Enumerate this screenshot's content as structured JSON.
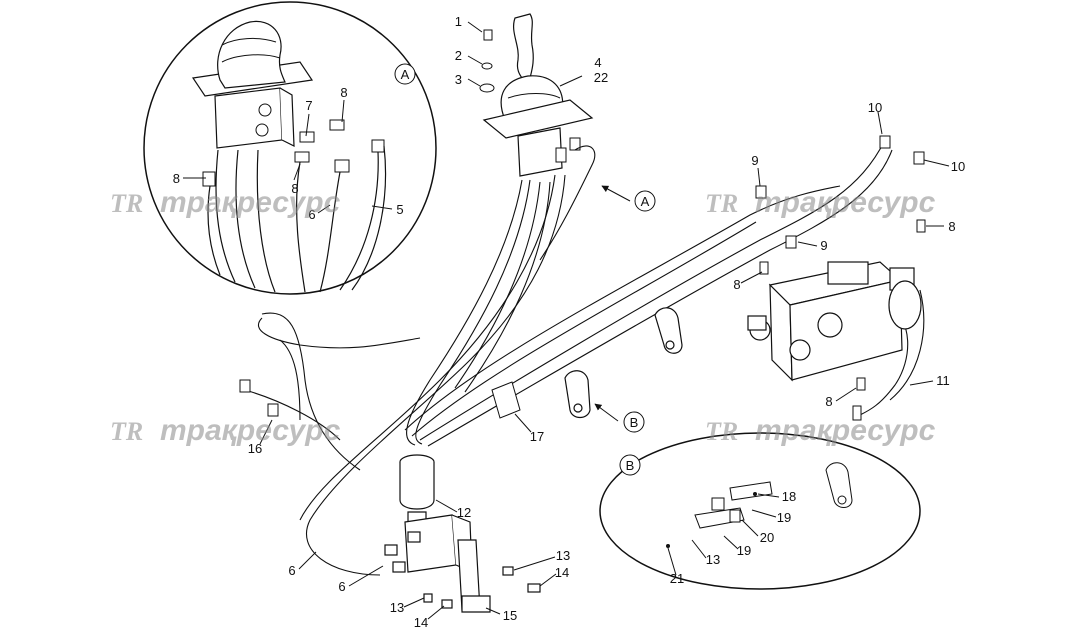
{
  "diagram": {
    "watermark_text": "трақресурс",
    "watermark_logo": "TR",
    "detail_labels": {
      "a": "A",
      "b": "B"
    },
    "callouts": {
      "c1": "1",
      "c2": "2",
      "c3": "3",
      "c4": "4",
      "c22": "22",
      "cA": "A",
      "cB": "B",
      "c5": "5",
      "c6a": "6",
      "c7": "7",
      "c8a": "8",
      "c8b": "8",
      "c8c": "8",
      "c9a": "9",
      "c9b": "9",
      "c10a": "10",
      "c10b": "10",
      "c8d": "8",
      "c8e": "8",
      "c8f": "8",
      "c11": "11",
      "c16": "16",
      "c17": "17",
      "c12": "12",
      "c6b": "6",
      "c6c": "6",
      "c13a": "13",
      "c14a": "14",
      "c13b": "13",
      "c14b": "14",
      "c15": "15",
      "c18": "18",
      "c19a": "19",
      "c20": "20",
      "c19b": "19",
      "c13c": "13",
      "c21": "21"
    }
  }
}
